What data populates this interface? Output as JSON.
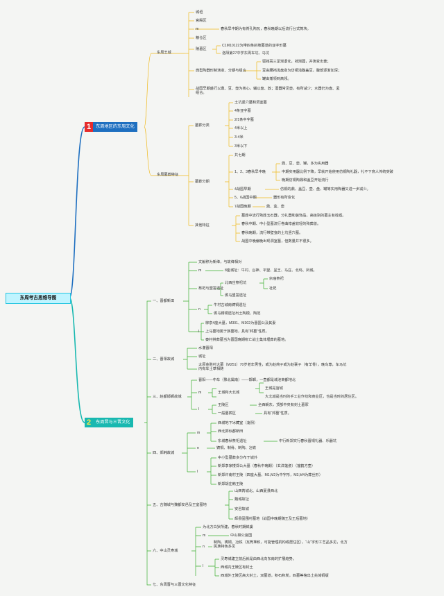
{
  "root": "东周考古思维导图",
  "b1": {
    "num": "1",
    "label": "东周地区的东周文化",
    "a": {
      "label": "东周王城",
      "c1": "城垣",
      "c2": "宫殿区",
      "c3": "m",
      "c3a": "春秋早中期为有脊孔陶瓦，春秋晚期以后流行台式筒块。",
      "c4": "粮仓区",
      "c5": "陵墓区",
      "c5a": "C1M10122为带四条斜坡墓道的亚字形墓",
      "c5b": "洛阳第27中学东周车坑、马坑",
      "c6": "典型陶器形制演变、分期与组合",
      "c6a": "弧裆鬲三足渐退化，裆渐圆，并演变出釜；",
      "c6b": "豆由腰裆浅盘变为仿铜浅腹盖豆，腹部逐渐加深；",
      "c6c": "罐由矮领到高领。",
      "c7": "战国早期盛行以鼎、豆、壶为核心，辅以盘、敦；酒器常见壶，有所减少；水器仍为盘、盂组合。"
    },
    "b": {
      "label": "东周墓葬特征",
      "d": {
        "label": "墓葬分类",
        "i1": "土坑竖穴墓和洞室墓",
        "i2": "4条亚字墓",
        "i3": "2/1条中字墓",
        "i4": "4米以上",
        "i5": "3-4米",
        "i6": "3米以下"
      },
      "e": {
        "label": "墓葬分期",
        "i1": "共七期",
        "i2": "1、2、3春秋早中晚",
        "i2a": "鼎、豆、壶、罐，多为实用器",
        "i2b": "中期实用器比例下降，早就开始使用仿铜陶礼器，礼不下庶人传统突破",
        "i2c": "晚期仿铜陶鼎和盖豆开始流行",
        "i3": "4战国早期",
        "i3a": "仿铜的鼎、盖豆、壶、盘、罐等实用陶器又进一步减少。",
        "i4": "5、6战国中期",
        "i4a": "器形有所变化",
        "i5": "7战国晚期",
        "i5a": "鼎、盒、壶"
      },
      "f": {
        "label": "其他特征",
        "i1": "墓葬中流行殉葬玉石器，分礼器和装饰品，高级别的墓主有椁盾。",
        "i2": "春秋中期、中小型墓流行卷曲椁盖较轻的殉葬兽。",
        "i3": "春秋晚期，流行带壁龛的土坑竖穴墓。",
        "i4": "战国中晚偏晚出现洞室墓，但数量并不很多。"
      }
    }
  },
  "b2": {
    "num": "2",
    "label": "东周晋与三晋文化",
    "g": {
      "label": "一、晋都新田",
      "i1": "文献称为新绛，与故绛相对",
      "m": "m",
      "m1": "8座城址：牛村、台神、平望、呈王、马庄、北坞、凤城。",
      "i3": "祭祀与盟誓遗址",
      "i3a": "北西庄祭祀坑",
      "i3a1": "宗庙祭祀",
      "i3a2": "社祀",
      "i3b": "侯马盟誓遗址",
      "n": "n",
      "n1": "牛村古城南铸铜遗址",
      "n2": "侯马铸铜遗址出土陶模、陶范",
      "l": "l",
      "l1": "柳泉4座大墓，M301、M302为晋国公及其妻",
      "l2": "上马墓地属于族墓地，具有“邦墓”性质。",
      "l3": "秦村拼葬墓当为晋国晚期帐亡战士集体埋葬的墓地。"
    },
    "h": {
      "label": "二、晋阳故城",
      "i1": "水灌晋阳",
      "i2": "城址",
      "i3": "太原金胜村大墓（M251）70岁老年男性，或为赵简子或为赵襄子（有羊骨），晚鸟尊，车马坑内有车土草相随"
    },
    "i": {
      "label": "三、赵都邯郸故城",
      "i1": "晋阳——中牟（豫北属南）——邯郸，一直都是城池商都地北",
      "m": "m",
      "m1": "王城和大北城",
      "m1a": "王城是宫城",
      "m1b": "大北城是当时的手工业作坊和商业区，也是当时的居住区。",
      "l": "l",
      "l1": "王陵区",
      "l1a": "全西朝东，顶部中央有封土墓冢",
      "l2": "一般墓葬区",
      "l2a": "具有“邦墓”性质。"
    },
    "j": {
      "label": "四、郑韩故城",
      "m": "m",
      "m1": "西城地下冰藏室（凌阴）",
      "m2": "西北郭似都新田",
      "m3": "东城春秋祭祀遗址",
      "m3a": "中行新郑实行春秋晋铜礼器、乐器坑",
      "n": "n",
      "n1": "铸铜、制骨、制陶、冶铁",
      "l": "l",
      "l1": "中小型墓葬多分布于城外",
      "l2": "新郑李家楼郑公大墓（春秋中晚期）（玄洋莲瓷）（莲鹤方壶）",
      "l3": "新郑许南村王陵（四座大墓，M1,M2为中字形，M3,M4为葬丝形）",
      "l4": "新郑胡庄韩王陵"
    },
    "k": {
      "label": "五、古魏城与魏都安邑及王室墓地",
      "i1": "山西芮城北、山西夏县西北",
      "i2": "魏城故址",
      "i3": "安邑故城",
      "i4": "辉县固围村墓地（战国中晚期魏王及王后墓地）"
    },
    "p": {
      "label": "六、中山灵寿城",
      "i1": "为北方白狄所建，春秋时期鲜虞",
      "m": "m",
      "m1": "中山相公宫国",
      "n": "n",
      "n1": "制陶、铸铜、冶铁（瓦筒堆积，可能管理机构或居住区），“山”字形工艺品多见，北方民族特色多见",
      "l": "l",
      "l1": "灵寿城建立前后就是由西北向东南的扩展趋势。",
      "l2": "西城内王陵区有封土",
      "l3": "西城外王陵区高大封土，双墓道，积石积炭，四墓等棺出土兆域铜版"
    },
    "q": {
      "label": "七、东周晋与三晋文化特征"
    }
  }
}
